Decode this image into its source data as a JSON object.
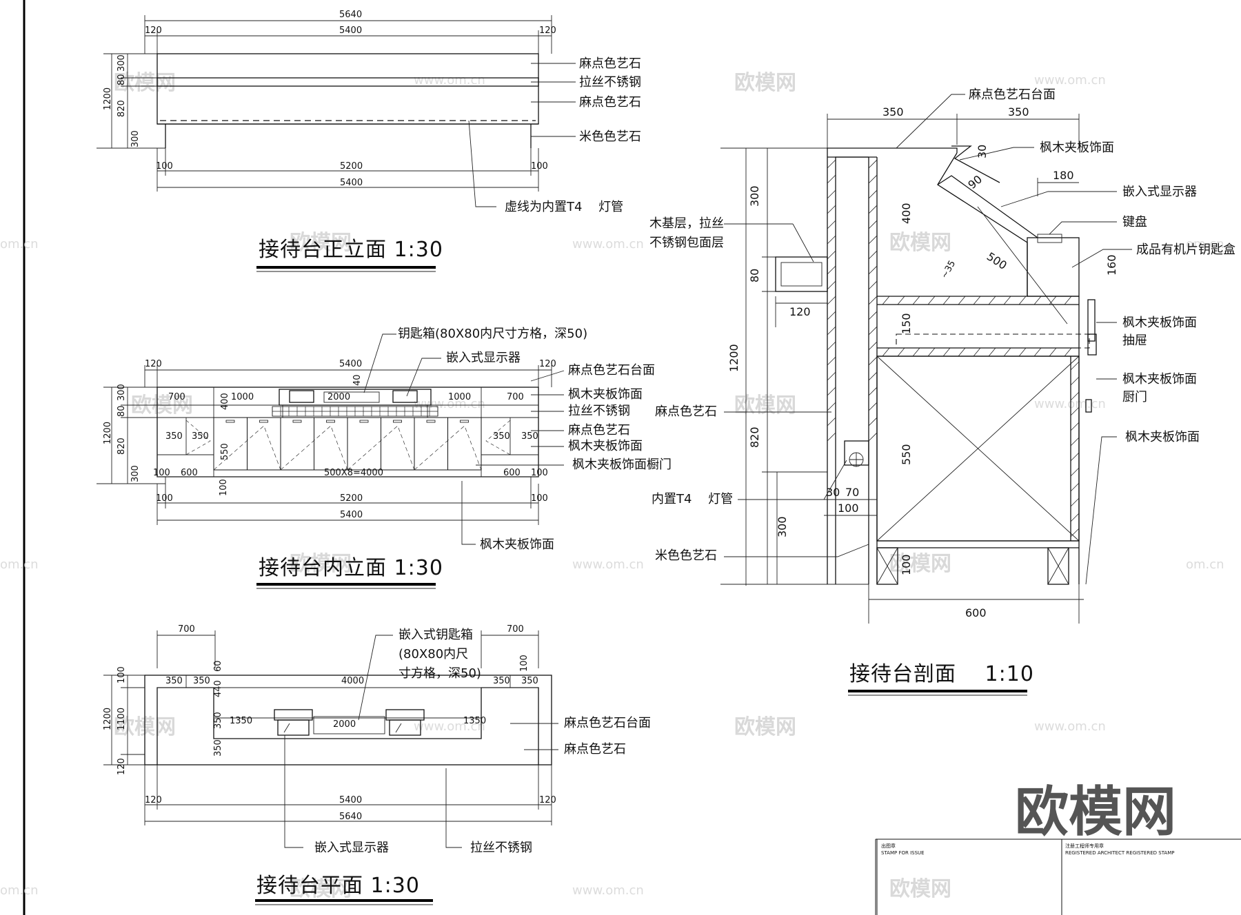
{
  "front": {
    "title": "接待台正立面  1:30",
    "dims": [
      "5640",
      "120",
      "5400",
      "120",
      "300",
      "80",
      "1200",
      "820",
      "300",
      "100",
      "5200",
      "100",
      "5400"
    ],
    "labels": [
      "麻点色艺石",
      "拉丝不锈钢",
      "麻点色艺石",
      "米色色艺石",
      "虚线为内置T4　 灯管"
    ]
  },
  "inner": {
    "title": "接待台内立面  1:30",
    "dims": [
      "120",
      "5400",
      "120",
      "300",
      "700",
      "1000",
      "400",
      "1000",
      "700",
      "80",
      "1200",
      "350",
      "350",
      "820",
      "550",
      "350",
      "350",
      "300",
      "100",
      "600",
      "500X8=4000",
      "600",
      "100",
      "100",
      "100",
      "5200",
      "100",
      "5400",
      "40",
      "2000"
    ],
    "callouts": [
      "钥匙箱(80X80内尺寸方格，深50)",
      "嵌入式显示器"
    ],
    "labels": [
      "麻点色艺石台面",
      "枫木夹板饰面",
      "拉丝不锈钢",
      "麻点色艺石",
      "枫木夹板饰面",
      "枫木夹板饰面橱门",
      "枫木夹板饰面"
    ]
  },
  "plan": {
    "title": "接待台平面  1:30",
    "dims": [
      "700",
      "700",
      "100",
      "350",
      "350",
      "60",
      "4000",
      "350",
      "350",
      "100",
      "440",
      "1200",
      "1100",
      "350",
      "1350",
      "2000",
      "1350",
      "350",
      "120",
      "120",
      "5400",
      "120",
      "5640"
    ],
    "callouts": [
      "嵌入式钥匙箱",
      "(80X80内尺",
      "寸方格，深50)"
    ],
    "labels": [
      "麻点色艺石台面",
      "麻点色艺石",
      "嵌入式显示器",
      "拉丝不锈钢"
    ]
  },
  "section": {
    "title": "接待台剖面　 1:10",
    "dims": [
      "350",
      "350",
      "180",
      "300",
      "80",
      "120",
      "1200",
      "820",
      "300",
      "400",
      "90",
      "30",
      "500",
      "~35",
      "160",
      "150",
      "550",
      "30",
      "70",
      "100",
      "100",
      "600"
    ],
    "labels_left": [
      "木基层，拉丝",
      "不锈钢包面层",
      "麻点色艺石",
      "内置T4　 灯管",
      "米色色艺石"
    ],
    "labels_right": [
      "麻点色艺石台面",
      "枫木夹板饰面",
      "嵌入式显示器",
      "键盘",
      "成品有机片钥匙盒",
      "枫木夹板饰面",
      "抽屉",
      "枫木夹板饰面",
      "厨门",
      "枫木夹板饰面"
    ]
  },
  "watermarks": {
    "brand": "欧模网",
    "url": "www.om.cn",
    "url_short": "om.cn"
  },
  "titleblock": {
    "left_cn": "出图章",
    "left_en": "STAMP FOR ISSUE",
    "right_cn": "注册工程师专用章",
    "right_en": "REGISTERED ARCHITECT REGISTERED STAMP"
  }
}
